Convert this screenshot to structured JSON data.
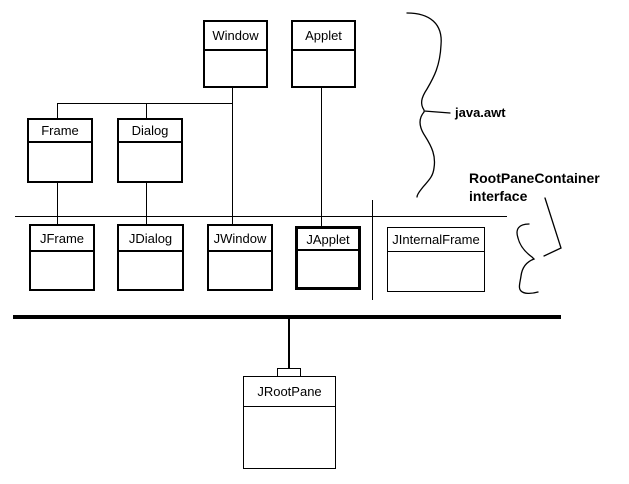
{
  "colors": {
    "background": "#ffffff",
    "line": "#000000",
    "text": "#000000"
  },
  "classes": [
    {
      "name": "window",
      "label": "Window"
    },
    {
      "name": "applet",
      "label": "Applet"
    },
    {
      "name": "frame",
      "label": "Frame"
    },
    {
      "name": "dialog",
      "label": "Dialog"
    },
    {
      "name": "jframe",
      "label": "JFrame"
    },
    {
      "name": "jdialog",
      "label": "JDialog"
    },
    {
      "name": "jwindow",
      "label": "JWindow"
    },
    {
      "name": "japplet",
      "label": "JApplet"
    },
    {
      "name": "jinternalframe",
      "label": "JInternalFrame"
    },
    {
      "name": "jrootpane",
      "label": "JRootPane"
    }
  ],
  "annotations": {
    "package_label": "java.awt",
    "interface_label_line1": "RootPaneContainer",
    "interface_label_line2": "interface"
  }
}
